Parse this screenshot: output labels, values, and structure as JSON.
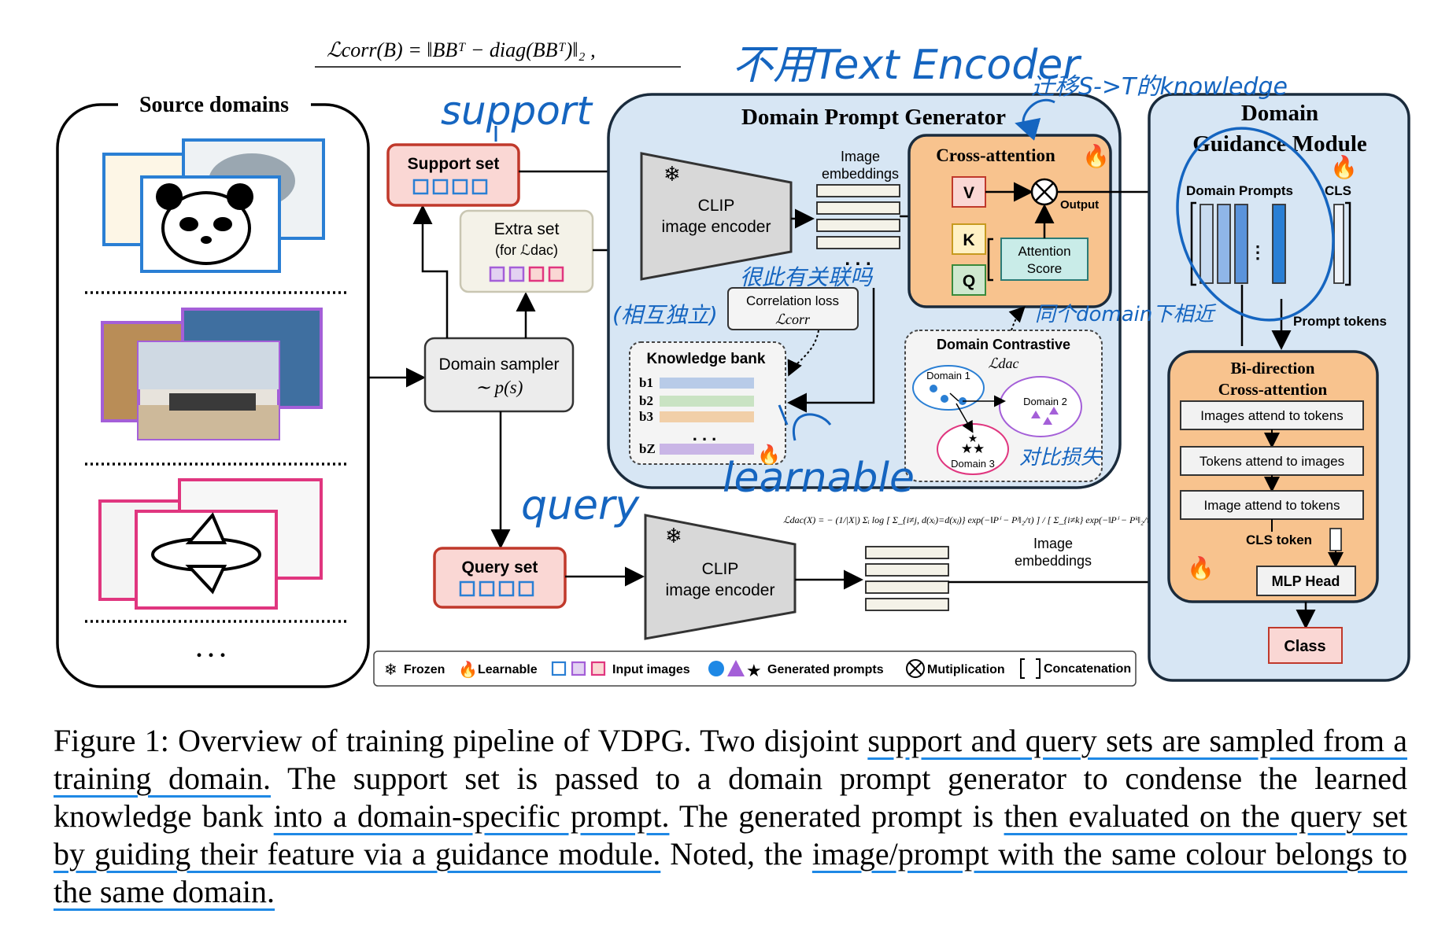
{
  "figure": {
    "top_equation": "ℒcorr(B) = ‖BBᵀ − diag(BBᵀ)‖₂ ,",
    "source_domains_title": "Source domains",
    "ellipsis": ". . .",
    "domain_sampler": {
      "line1": "Domain sampler",
      "line2": "∼ p(s)"
    },
    "support_set": "Support set",
    "extra_set": {
      "line1": "Extra set",
      "line2": "(for ℒdac)"
    },
    "query_set": "Query set",
    "clip_top": {
      "line1": "CLIP",
      "line2": "image encoder"
    },
    "clip_bottom": {
      "line1": "CLIP",
      "line2": "image encoder"
    },
    "dpg_title": "Domain Prompt Generator",
    "image_embeddings_top": {
      "line1": "Image",
      "line2": "embeddings"
    },
    "image_embeddings_bottom": {
      "line1": "Image",
      "line2": "embeddings"
    },
    "cross_attention_title": "Cross-attention",
    "v_label": "V",
    "k_label": "K",
    "q_label": "Q",
    "output_label": "Output",
    "attention_score": {
      "line1": "Attention",
      "line2": "Score"
    },
    "correlation_loss": {
      "line1": "Correlation loss",
      "line2": "ℒcorr"
    },
    "knowledge_bank_title": "Knowledge bank",
    "kb_rows": [
      "b1",
      "b2",
      "b3",
      "bZ"
    ],
    "kb_colors": [
      "#b8cbe8",
      "#c9e3c3",
      "#f1cfa8",
      "#c9b5e6"
    ],
    "domain_contrastive": {
      "line1": "Domain Contrastive",
      "line2": "ℒdac"
    },
    "domain_labels": [
      "Domain 1",
      "Domain 2",
      "Domain 3"
    ],
    "dac_equation": "ℒdac(X) = − (1/|X|) Σᵢ log [ Σ_{i≠j, d(xᵢ)=d(xⱼ)} exp(−‖Pⁱ − Pʲ‖₂/τ) ] / [ Σ_{i≠k} exp(−‖Pⁱ − Pᵏ‖₂/τ) ] .",
    "dgm_title": {
      "line1": "Domain",
      "line2": "Guidance Module"
    },
    "domain_prompts_label": "Domain Prompts",
    "cls_label": "CLS",
    "prompt_tokens_label": "Prompt tokens",
    "bidir_title": {
      "line1": "Bi-direction",
      "line2": "Cross-attention"
    },
    "bidir_steps": [
      "Images attend to tokens",
      "Tokens attend to images",
      "Image attend to tokens"
    ],
    "cls_token_label": "CLS token",
    "mlp_head": "MLP Head",
    "class_label": "Class",
    "legend": {
      "frozen": "Frozen",
      "learnable": "Learnable",
      "input_images": "Input images",
      "generated_prompts": "Generated prompts",
      "multiplication": "Mutiplication",
      "concatenation": "Concatenation"
    },
    "annotations": {
      "text_encoder": "不用Text Encoder",
      "support": "support",
      "transfer": "迁移S->T的knowledge",
      "decorrelate": "(相互独立)",
      "correlation_note": "很此有关联吗",
      "same_domain": "同个domain下相近",
      "contrastive_note": "对比损失",
      "learnable": "learnable",
      "query": "query"
    },
    "colors": {
      "support_border": "#c0392b",
      "support_fill": "#fad7d4",
      "dpg_fill": "#d7e6f4",
      "cross_attn_fill": "#f8c38e",
      "accent_blue": "#1e88e5",
      "input_blue": "#2a7fd4",
      "input_purple": "#a45fd8",
      "input_pink": "#e0367f"
    }
  },
  "caption": {
    "p1": "Figure 1: Overview of training pipeline of VDPG. Two disjoint ",
    "u1": "support and query sets are sampled from a training domain.",
    "p2": " The support set is passed to a domain prompt generator to condense the learned knowledge bank ",
    "u2": "into a domain-specific prompt.",
    "p3": " The generated prompt is ",
    "u3": "then evaluated on the query set by guiding their feature via a guidance module.",
    "p4": " Noted, the ",
    "u4": "image/prompt with the same colour belongs to the same domain."
  }
}
